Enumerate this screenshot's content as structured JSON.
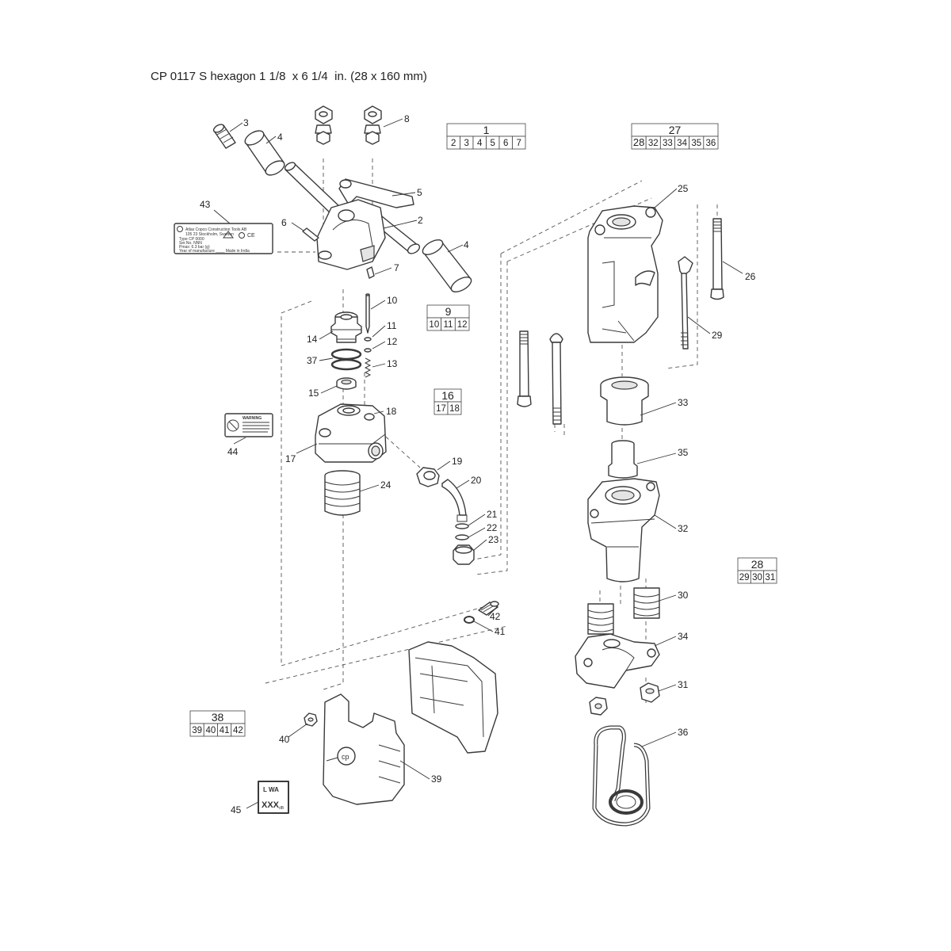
{
  "title": "CP 0117 S hexagon 1 1/8  x 6 1/4  in. (28 x 160 mm)",
  "callouts": [
    "2",
    "3",
    "4",
    "4",
    "5",
    "6",
    "7",
    "8",
    "10",
    "11",
    "12",
    "13",
    "14",
    "15",
    "17",
    "18",
    "19",
    "20",
    "21",
    "22",
    "23",
    "24",
    "25",
    "26",
    "29",
    "30",
    "31",
    "32",
    "33",
    "34",
    "35",
    "36",
    "37",
    "39",
    "40",
    "41",
    "42",
    "43",
    "44",
    "45"
  ],
  "kits": [
    {
      "main": "1",
      "subs": [
        "2",
        "3",
        "4",
        "5",
        "6",
        "7"
      ]
    },
    {
      "main": "27",
      "subs": [
        "28",
        "32",
        "33",
        "34",
        "35",
        "36"
      ]
    },
    {
      "main": "9",
      "subs": [
        "10",
        "11",
        "12"
      ]
    },
    {
      "main": "16",
      "subs": [
        "17",
        "18"
      ]
    },
    {
      "main": "28",
      "subs": [
        "29",
        "30",
        "31"
      ]
    },
    {
      "main": "38",
      "subs": [
        "39",
        "40",
        "41",
        "42"
      ]
    }
  ],
  "plate_label": {
    "lines": [
      "Atlas Copco Construction Tools AB",
      "105 23 Stockholm, Sweden",
      "Type CP 0000",
      "Ser.No. NNN",
      "Pmax: 6.3 bar (g)",
      "Year of manufacture ____   Made in India"
    ]
  },
  "warning_label": {
    "heading": "WARNING"
  },
  "noise_label": {
    "lwa": "L WA",
    "value": "XXX",
    "unit": "dB"
  }
}
